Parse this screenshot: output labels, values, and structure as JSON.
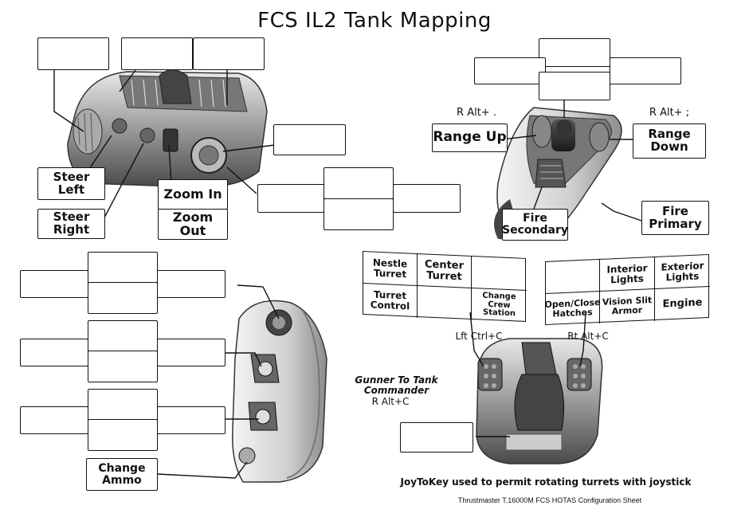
{
  "title": "FCS IL2 Tank Mapping",
  "throttle_top": {
    "steer_left": "Steer Left",
    "steer_right": "Steer Right",
    "zoom_in": "Zoom In",
    "zoom_out": "Zoom Out"
  },
  "stick": {
    "range_up_key": "R Alt+ .",
    "range_up": "Range Up",
    "range_down_key": "R Alt+ ;",
    "range_down": "Range Down",
    "fire_secondary": "Fire Secondary",
    "fire_primary": "Fire Primary"
  },
  "throttle_side": {
    "change_ammo": "Change Ammo"
  },
  "base": {
    "left_panel": [
      [
        "Nestle Turret",
        "Center Turret",
        ""
      ],
      [
        "Turret Control",
        "",
        "Change Crew Station"
      ]
    ],
    "left_key": "Lft Ctrl+C",
    "right_panel": [
      [
        "",
        "Interior Lights",
        "Exterior Lights"
      ],
      [
        "Open/Close Hatches",
        "Vision Slit Armor",
        "Engine"
      ]
    ],
    "right_key": "Rt Alt+C",
    "gunner_note": "Gunner To Tank Commander",
    "gunner_key": "R Alt+C"
  },
  "footer": {
    "joytokey_note": "JoyToKey used to permit rotating turrets with joystick",
    "sheet_caption": "Thrustmaster T.16000M FCS HOTAS Configuration Sheet"
  }
}
